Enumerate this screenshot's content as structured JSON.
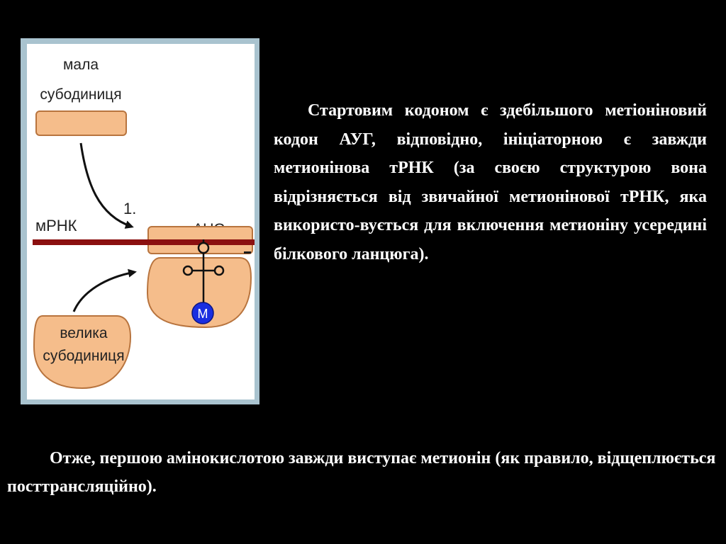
{
  "diagram": {
    "small_subunit_label": [
      "мала",
      "субодиниця"
    ],
    "mrna_label": "мРНК",
    "step_label": "1.",
    "codon_label": "AUG",
    "methionine_label": "M",
    "large_subunit_label": [
      "велика",
      "субодиниця"
    ],
    "colors": {
      "subunit_fill": "#f5bd8b",
      "subunit_stroke": "#b8743e",
      "mrna_strand": "#8b1010",
      "methionine": "#1a2ee0",
      "frame": "#a9c3cf"
    }
  },
  "main_text": "Стартовим кодоном є здебільшого метіоніновий кодон АУГ, відповідно, ініціаторною є завжди метионінова тРНК (за своєю структурою вона відрізняється від звичайної метионінової тРНК, яка використо-вується для включення метионіну усередині білкового ланцюга).",
  "conclusion_text": "Отже, першою амінокислотою завжди виступає метионін (як правило, відщеплюється посттрансляційно)."
}
